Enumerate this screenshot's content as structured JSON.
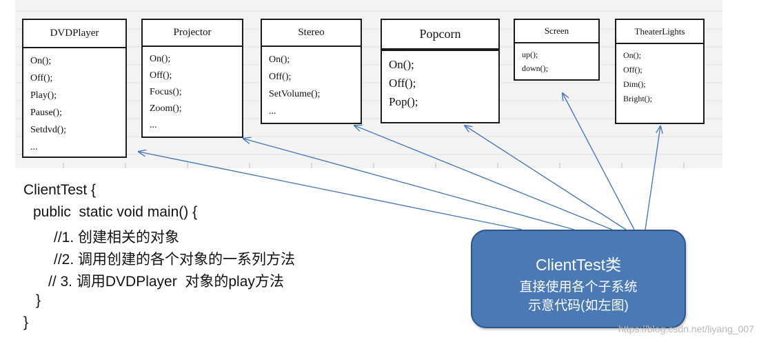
{
  "subsystems": [
    {
      "id": "dvd",
      "name": "DVDPlayer",
      "methods": [
        "On();",
        "Off();",
        "Play();",
        "Pause();",
        "Setdvd();",
        "..."
      ]
    },
    {
      "id": "proj",
      "name": "Projector",
      "methods": [
        "On();",
        "Off();",
        "Focus();",
        "Zoom();",
        "..."
      ]
    },
    {
      "id": "stereo",
      "name": "Stereo",
      "methods": [
        "On();",
        "Off();",
        "SetVolume();",
        "..."
      ]
    },
    {
      "id": "popcorn",
      "name": "Popcorn",
      "methods": [
        "On();",
        "Off();",
        "Pop();"
      ]
    },
    {
      "id": "screen",
      "name": "Screen",
      "methods": [
        "up();",
        "down();"
      ]
    },
    {
      "id": "lights",
      "name": "TheaterLights",
      "methods": [
        "On();",
        "Off();",
        "Dim();",
        "Bright();"
      ]
    }
  ],
  "code": {
    "lines": [
      "ClientTest {",
      "public  static void main() {",
      "//1. 创建相关的对象",
      "//2. 调用创建的各个对象的一系列方法",
      "// 3. 调用DVDPlayer  对象的play方法",
      "}",
      "}"
    ]
  },
  "client": {
    "title": "ClientTest类",
    "line1": "直接使用各个子系统",
    "line2": "示意代码(如左图)"
  },
  "watermark": "https://blog.csdn.net/liyang_007",
  "colors": {
    "client_fill": "#4a79b6",
    "arrow": "#4a7ab5",
    "box_border": "#1a1a1a"
  }
}
